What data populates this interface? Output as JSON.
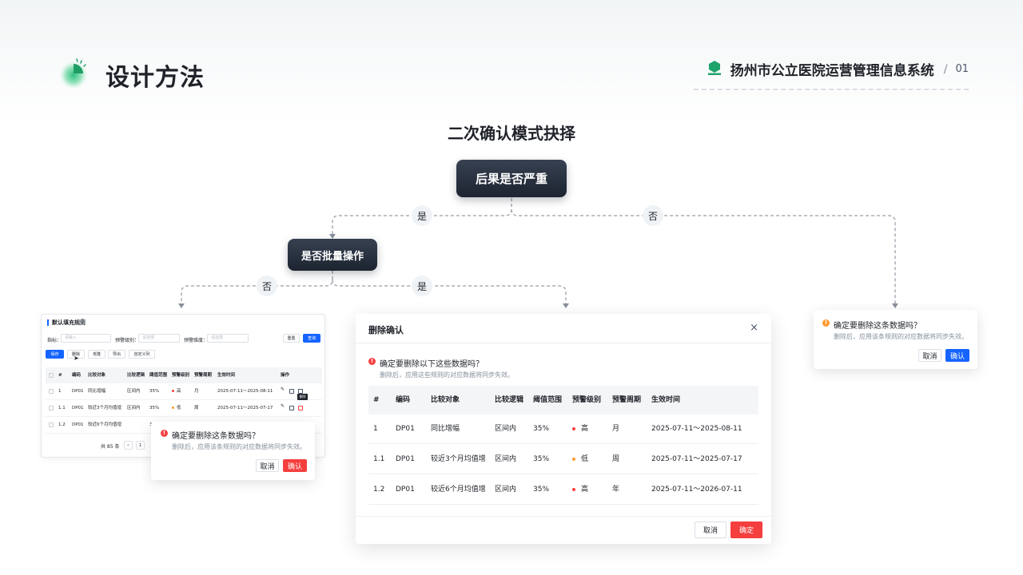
{
  "header": {
    "title": "设计方法",
    "brand_name": "扬州市公立医院运营管理信息系统",
    "brand_sep": "/",
    "page_number": "01"
  },
  "flow": {
    "title": "二次确认模式抉择",
    "node_consequence": "后果是否严重",
    "node_batch": "是否批量操作",
    "label_yes_1": "是",
    "label_no_1": "否",
    "label_no_2": "否",
    "label_yes_2": "是"
  },
  "small_card": {
    "title": "默认填充规则",
    "filter_indicator_label": "指标：",
    "filter_indicator_placeholder": "请输入",
    "filter_level_label": "预警级别：",
    "filter_level_placeholder": "请选择",
    "filter_dim_label": "预警维度：",
    "filter_dim_placeholder": "请选择",
    "btn_reset": "重置",
    "btn_query": "查询",
    "btn_save": "保存",
    "btn_delete": "删除",
    "btn_clone": "克隆",
    "btn_export": "导出",
    "btn_custom_cols": "自定义列",
    "columns": [
      "#",
      "编码",
      "比较对象",
      "比较逻辑",
      "阈值范围",
      "预警级别",
      "预警周期",
      "生效时间",
      "操作"
    ],
    "rows": [
      {
        "idx": "1",
        "code": "DP01",
        "target": "同比增幅",
        "logic": "区间内",
        "range": "35%",
        "level": "高",
        "period": "月",
        "time": "2025-07-11～2025-08-11"
      },
      {
        "idx": "1.1",
        "code": "DP01",
        "target": "较近3个月均值增",
        "logic": "区间内",
        "range": "35%",
        "level": "低",
        "period": "周",
        "time": "2025-07-11～2025-07-17"
      },
      {
        "idx": "1.2",
        "code": "DP01",
        "target": "较近6个月均值增",
        "logic": "3"
      }
    ],
    "tooltip": "删除",
    "total": "共 85 条",
    "page": "1",
    "prev": "<"
  },
  "pop_left": {
    "title": "确定要删除这条数据吗？",
    "desc": "删除后，应用该条规则的对应数据将同步失效。",
    "cancel": "取消",
    "confirm": "确认"
  },
  "pop_right": {
    "title": "确定要删除这条数据吗？",
    "desc": "删除后，应用该条规则的对应数据将同步失效。",
    "cancel": "取消",
    "confirm": "确认"
  },
  "modal": {
    "title": "删除确认",
    "close": "×",
    "question": "确定要删除以下这些数据吗？",
    "desc": "删除后，应用这些规则的对应数据将同步失效。",
    "columns": [
      "#",
      "编码",
      "比较对象",
      "比较逻辑",
      "阈值范围",
      "预警级别",
      "预警周期",
      "生效时间"
    ],
    "rows": [
      {
        "idx": "1",
        "code": "DP01",
        "target": "同比增幅",
        "logic": "区间内",
        "range": "35%",
        "level": "高",
        "period": "月",
        "time": "2025-07-11～2025-08-11"
      },
      {
        "idx": "1.1",
        "code": "DP01",
        "target": "较近3个月均值增",
        "logic": "区间内",
        "range": "35%",
        "level": "低",
        "period": "周",
        "time": "2025-07-11～2025-07-17"
      },
      {
        "idx": "1.2",
        "code": "DP01",
        "target": "较近6个月均值增",
        "logic": "区间内",
        "range": "35%",
        "level": "高",
        "period": "年",
        "time": "2025-07-11～2026-07-11"
      }
    ],
    "cancel": "取消",
    "confirm": "确定"
  },
  "colors": {
    "primary": "#1664ff",
    "danger": "#f53f3f",
    "warning": "#ff9a2e",
    "brand_green": "#1fa36b",
    "node_dark": "#1c2430"
  }
}
